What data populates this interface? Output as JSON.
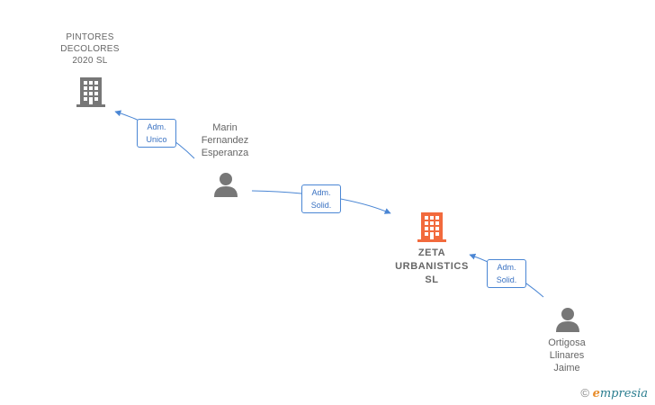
{
  "nodes": {
    "pintores": {
      "name": "PINTORES\nDECOLORES\n2020  SL",
      "type": "company",
      "icon": "building-icon",
      "color": "#777777"
    },
    "marin": {
      "name": "Marin\nFernandez\nEsperanza",
      "type": "person",
      "icon": "person-icon",
      "color": "#777777"
    },
    "zeta": {
      "name": "ZETA\nURBANISTICS\nSL",
      "type": "company",
      "icon": "building-icon",
      "color": "#f26a3d"
    },
    "ortigosa": {
      "name": "Ortigosa\nLlinares\nJaime",
      "type": "person",
      "icon": "person-icon",
      "color": "#777777"
    }
  },
  "edges": [
    {
      "from": "marin",
      "to": "pintores",
      "label_line1": "Adm.",
      "label_line2": "Unico"
    },
    {
      "from": "marin",
      "to": "zeta",
      "label_line1": "Adm.",
      "label_line2": "Solid."
    },
    {
      "from": "ortigosa",
      "to": "zeta",
      "label_line1": "Adm.",
      "label_line2": "Solid."
    }
  ],
  "footer": {
    "copyright_symbol": "©",
    "brand_first": "e",
    "brand_rest": "mpresia"
  },
  "colors": {
    "edge": "#4a86d4"
  }
}
